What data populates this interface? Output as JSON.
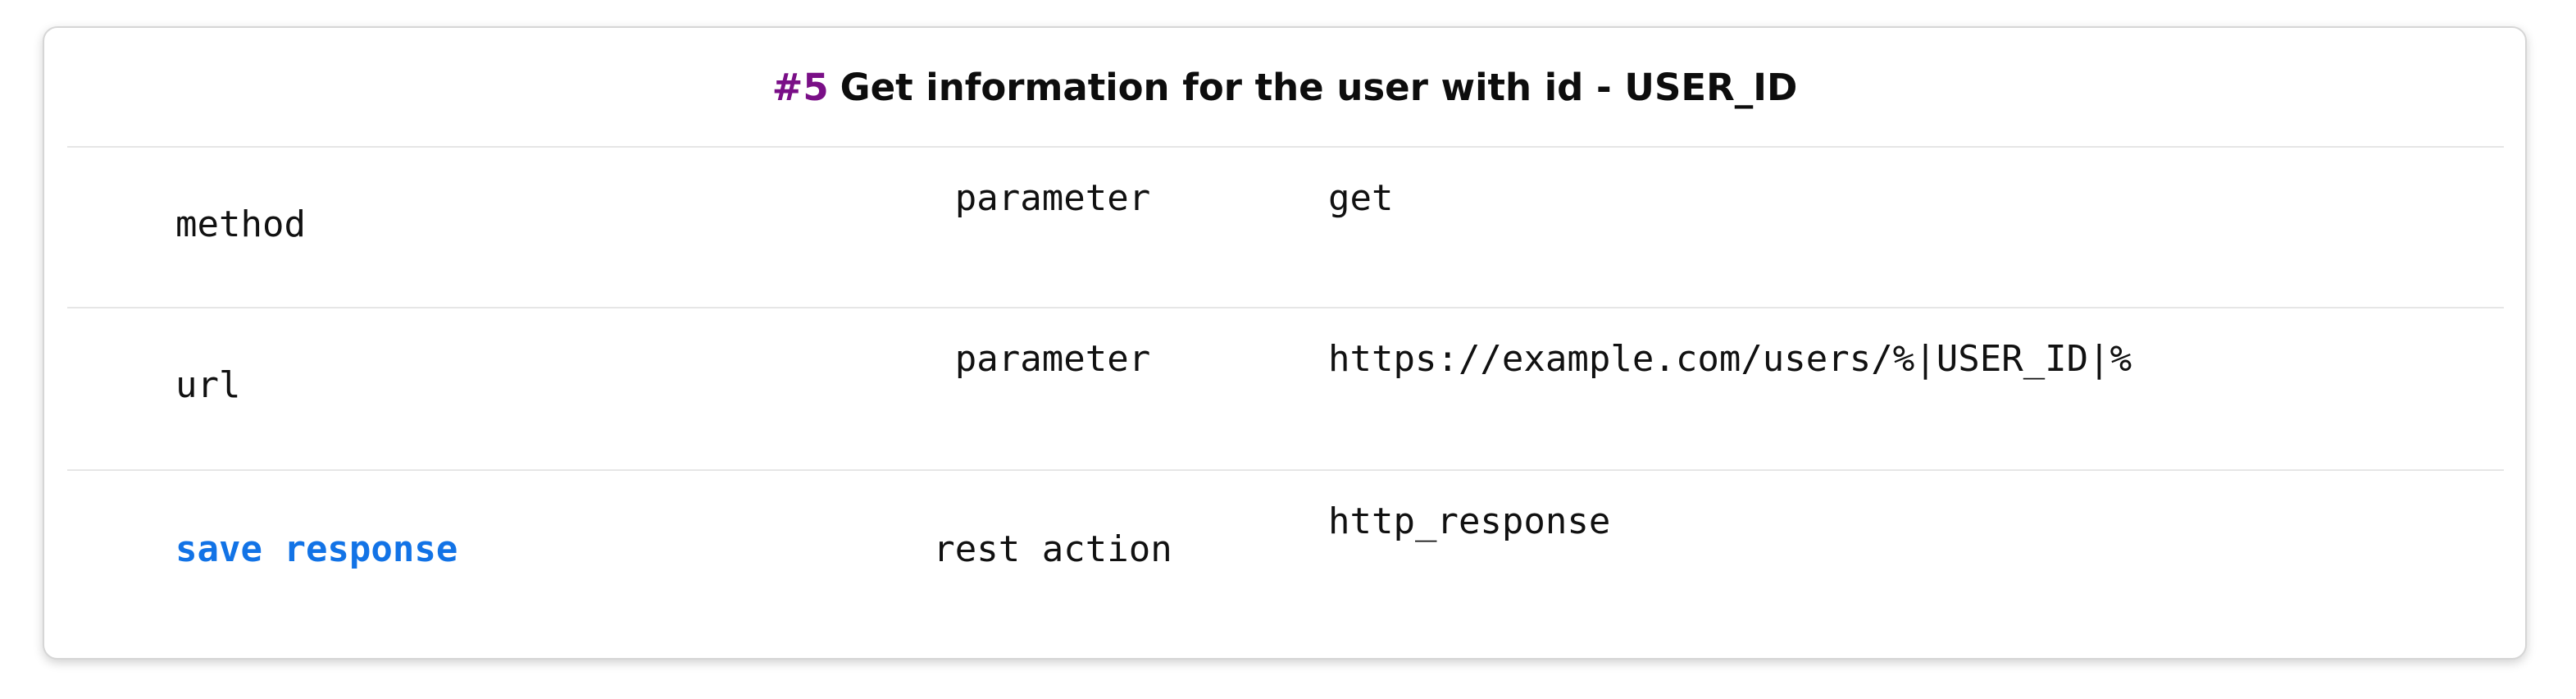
{
  "step": {
    "number": "#5",
    "title": "Get information for the user with id - USER_ID"
  },
  "rows": [
    {
      "name": "method",
      "type": "parameter",
      "value": "get"
    },
    {
      "name": "url",
      "type": "parameter",
      "value": "https://example.com/users/%|USER_ID|%"
    },
    {
      "name": "save response",
      "type": "rest action",
      "value": "http_response"
    }
  ],
  "colors": {
    "step_number": "#7a0f87",
    "link": "#1273e6",
    "divider": "#e6e6e6"
  }
}
